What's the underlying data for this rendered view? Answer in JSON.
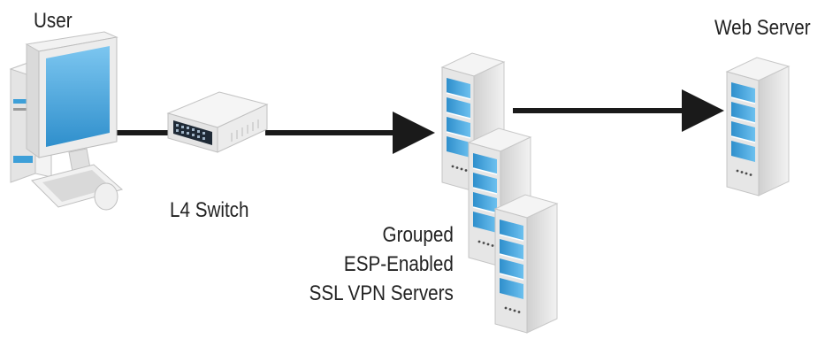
{
  "labels": {
    "user": "User",
    "web_server": "Web Server",
    "l4_switch": "L4 Switch",
    "group_line1": "Grouped",
    "group_line2": "ESP-Enabled",
    "group_line3": "SSL VPN Servers"
  },
  "colors": {
    "connector": "#1a1a1a",
    "server_body": "#e9e9e9",
    "server_accent": "#3d9fd8",
    "monitor_screen": "#4aa8e0",
    "text": "#222222"
  },
  "icons": [
    "desktop-computer-icon",
    "network-switch-icon",
    "server-icon"
  ]
}
